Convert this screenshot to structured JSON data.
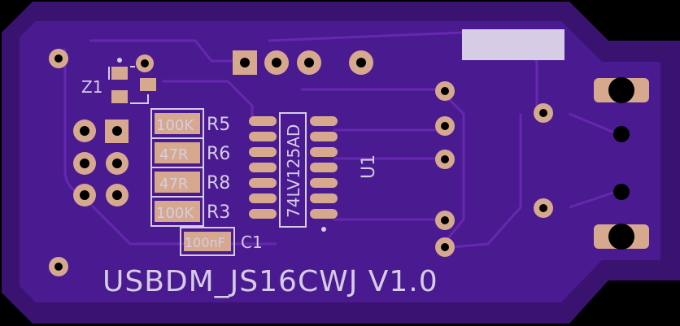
{
  "board": {
    "title": "USBDM_JS16CWJ V1.0",
    "colors": {
      "background": "#000000",
      "outline": "#3a1270",
      "copper": "#4a1a91",
      "silkscreen": "#d6cce6",
      "pad": "#d6a98f"
    }
  },
  "components": {
    "z1": "Z1",
    "r5": {
      "ref": "R5",
      "value": "100K"
    },
    "r6": {
      "ref": "R6",
      "value": "47R"
    },
    "r8": {
      "ref": "R8",
      "value": "47R"
    },
    "r3": {
      "ref": "R3",
      "value": "100K"
    },
    "c1": {
      "ref": "C1",
      "value": "100nF"
    },
    "u1": {
      "ref": "U1",
      "value": "74LV125AD"
    }
  }
}
